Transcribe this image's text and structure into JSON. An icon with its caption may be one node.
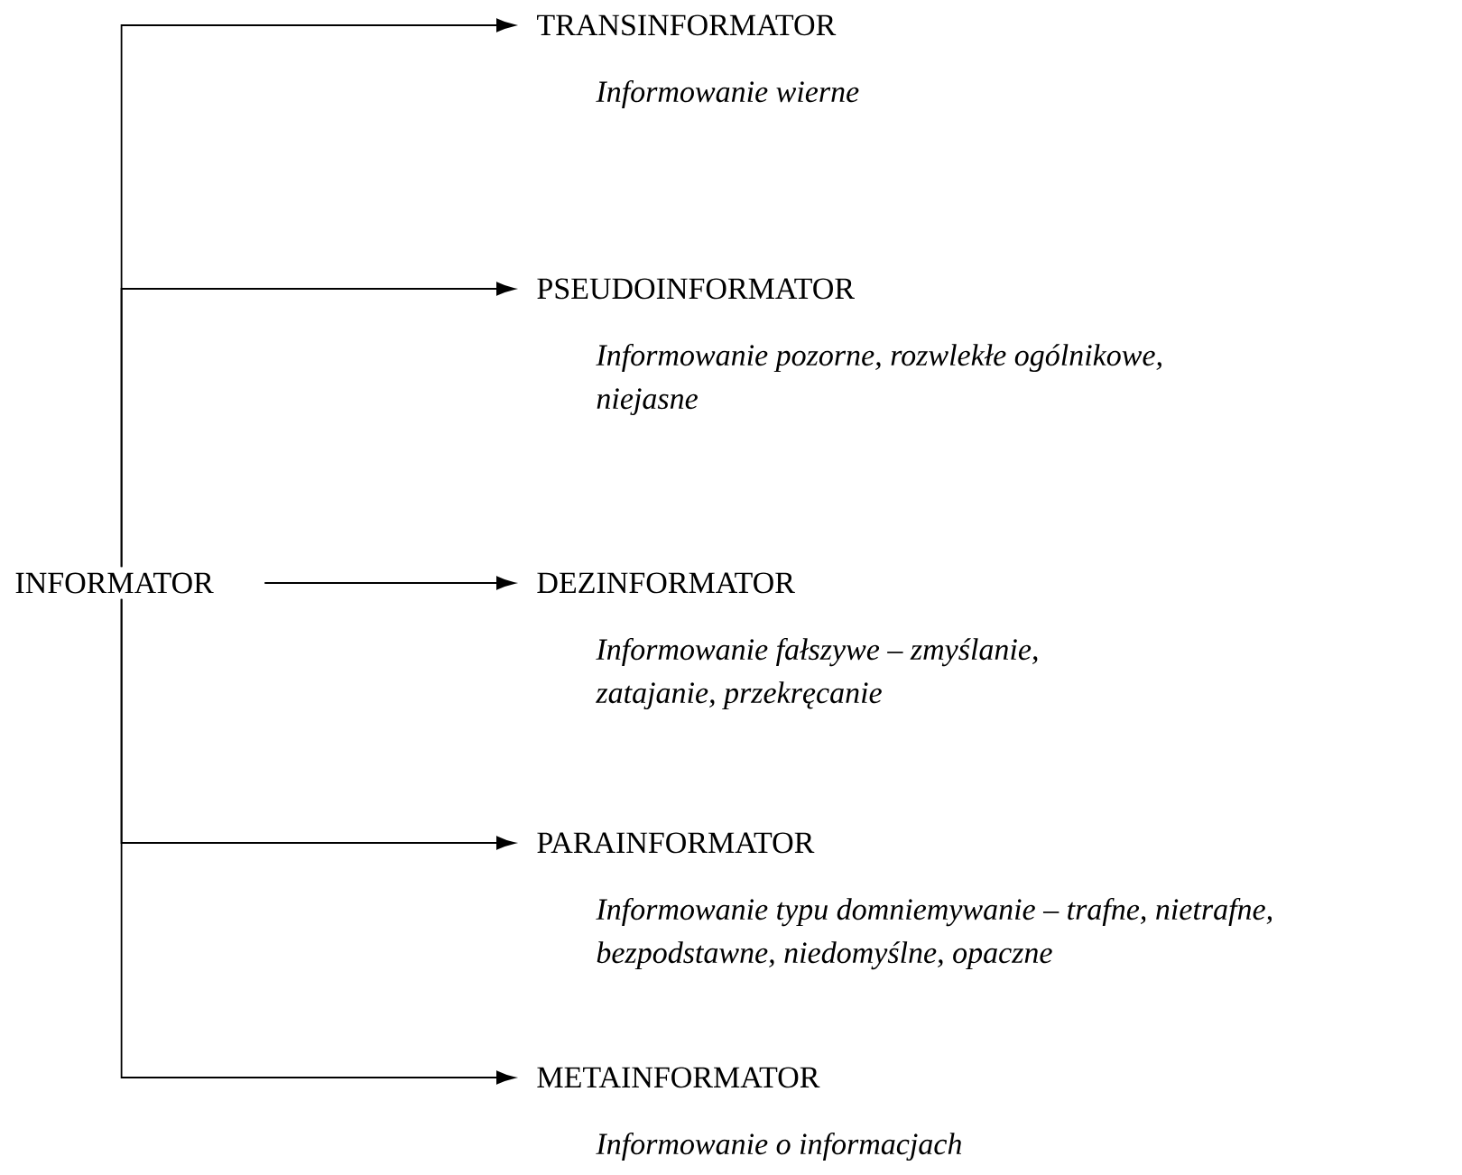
{
  "diagram": {
    "nodes": [
      {
        "text": [
          "INFORMATOR"
        ]
      },
      {
        "text": [
          "TRANSINFORMATOR",
          "Informowanie wierne"
        ]
      },
      {
        "text": [
          "PSEUDOINFORMATOR",
          "Informowanie pozorne, rozwlekłe ogólnikowe, niejasne"
        ]
      },
      {
        "text": [
          "DEZINFORMATOR",
          "Informowanie fałszywe – zmyślanie, zatajanie, przekręcanie"
        ]
      },
      {
        "text": [
          "PARAINFORMATOR",
          "Informowanie typu domniemywanie – trafne, nietrafne, bezpodstawne, niedomyślne, opaczne"
        ]
      },
      {
        "text": [
          "METAINFORMATOR",
          "Informowanie o informacjach"
        ]
      }
    ],
    "edges": [
      {
        "from": 0,
        "to": 1,
        "arrow": "to"
      },
      {
        "from": 0,
        "to": 2,
        "arrow": "to"
      },
      {
        "from": 0,
        "to": 3,
        "arrow": "to"
      },
      {
        "from": 0,
        "to": 4,
        "arrow": "to"
      },
      {
        "from": 0,
        "to": 5,
        "arrow": "to"
      }
    ]
  }
}
